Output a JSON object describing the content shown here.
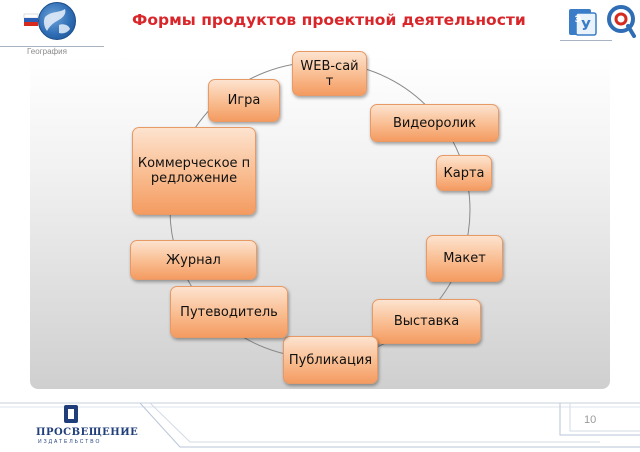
{
  "header": {
    "title": "Формы продуктов проектной деятельности",
    "subject": "География",
    "accent_color": "#d9262a"
  },
  "diagram": {
    "type": "cycle",
    "nodes": [
      "WEB-сайт",
      "Видеоролик",
      "Карта",
      "Макет",
      "Выставка",
      "Публикация",
      "Путеводитель",
      "Журнал",
      "Коммерческое предложение",
      "Игра"
    ],
    "node_color": "#f9bc8f"
  },
  "footer": {
    "page_number": "10",
    "publisher": "ПРОСВЕЩЕНИЕ",
    "publisher_sub": "ИЗДАТЕЛЬСТВО"
  },
  "logos": [
    "globe-logo",
    "flag-icon",
    "e-book-icon",
    "edu-logo"
  ]
}
